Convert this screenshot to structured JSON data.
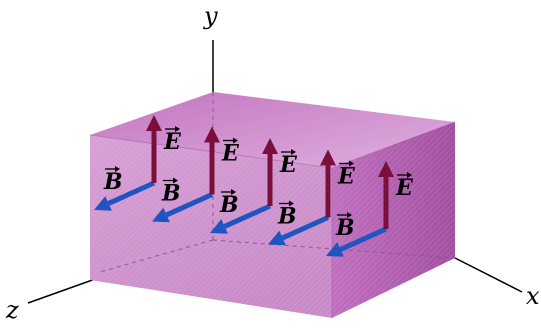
{
  "axes": {
    "x_label": "x",
    "y_label": "y",
    "z_label": "z"
  },
  "vectors": {
    "e_label": "E",
    "b_label": "B"
  },
  "colors": {
    "box_top": "#cc80c8",
    "box_front": "#d79ad6",
    "box_side": "#b865b6",
    "e_arrow": "#7a0f3c",
    "b_arrow": "#1f55c0",
    "hidden_edge": "#8c5a8c"
  },
  "wave_columns": 5
}
